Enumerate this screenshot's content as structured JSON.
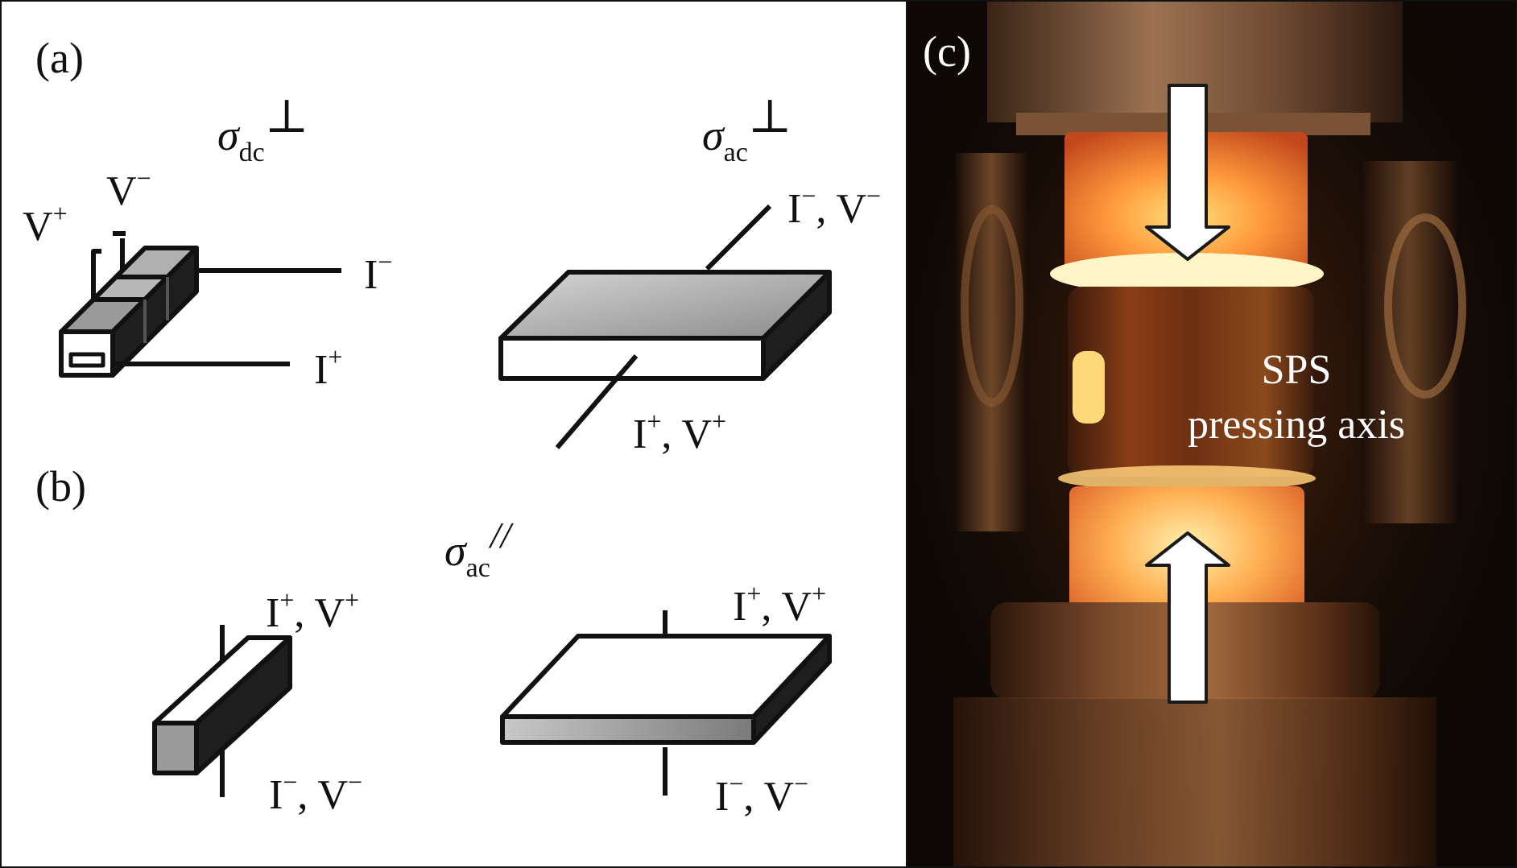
{
  "panels": {
    "a": {
      "label": "(a)",
      "sigma": "σ",
      "dc_sub": "dc",
      "ac_sub": "ac",
      "perp": "⊥",
      "minus": "−",
      "plus": "+",
      "V": "V",
      "I": "I",
      "IV_sep": ", "
    },
    "b": {
      "label": "(b)",
      "parallel": "//"
    },
    "c": {
      "label": "(c)",
      "caption_line1": "SPS",
      "caption_line2": "pressing axis"
    }
  },
  "colors": {
    "line": "#111111",
    "face_light": "#ffffff",
    "face_gray": "#a8a8a8",
    "face_dark": "#2a2a2a",
    "photo_bg": "#0d0805",
    "glow": "#ffb24a",
    "arrow_fill": "#ffffff"
  }
}
